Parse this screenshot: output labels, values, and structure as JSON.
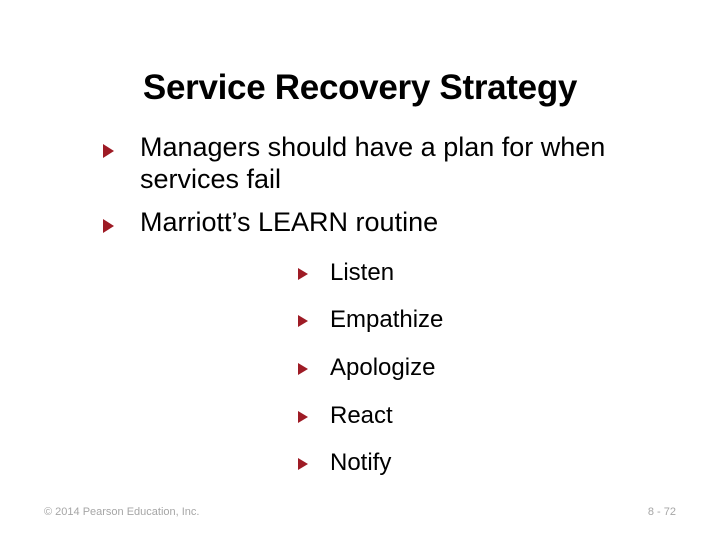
{
  "slide": {
    "title": "Service Recovery Strategy",
    "bullets": [
      {
        "text": "Managers should have a plan for when services fail",
        "marker": "triangle-right-icon"
      },
      {
        "text": "Marriott’s LEARN routine",
        "marker": "triangle-right-icon",
        "sub_bullets": [
          {
            "text": "Listen",
            "marker": "triangle-right-icon"
          },
          {
            "text": "Empathize",
            "marker": "triangle-right-icon"
          },
          {
            "text": "Apologize",
            "marker": "triangle-right-icon"
          },
          {
            "text": "React",
            "marker": "triangle-right-icon"
          },
          {
            "text": "Notify",
            "marker": "triangle-right-icon"
          }
        ]
      }
    ],
    "footer": {
      "copyright": "© 2014 Pearson Education, Inc.",
      "page_number": "8 - 72"
    },
    "colors": {
      "bullet_marker": "#9E1B25",
      "title_text": "#000000",
      "body_text": "#000000",
      "footer_text": "#a6a6a6",
      "background": "#ffffff"
    }
  }
}
